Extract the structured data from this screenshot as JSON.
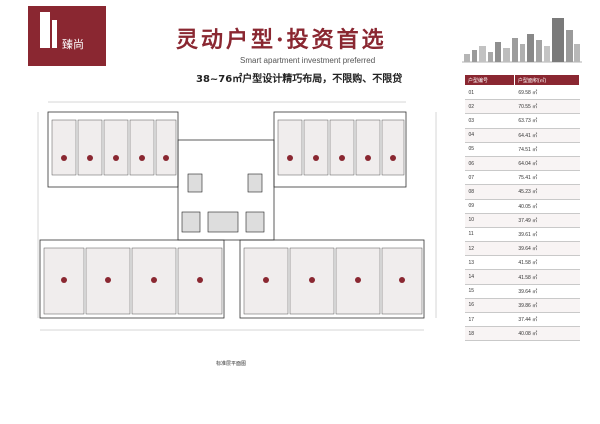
{
  "brand": {
    "logo_text": "臻尚"
  },
  "header": {
    "title": "灵动户型·投资首选",
    "subtitle_en": "Smart apartment investment preferred",
    "subtitle_cn": "38~76㎡户型设计精巧布局，不限购、不限贷"
  },
  "plan": {
    "caption": "标准层平面图"
  },
  "table": {
    "col_unit": "户型编号",
    "col_area": "户型面积(㎡)",
    "rows": [
      {
        "no": "01",
        "area": "69.58 ㎡"
      },
      {
        "no": "02",
        "area": "70.55 ㎡"
      },
      {
        "no": "03",
        "area": "63.73 ㎡"
      },
      {
        "no": "04",
        "area": "64.41 ㎡"
      },
      {
        "no": "05",
        "area": "74.51 ㎡"
      },
      {
        "no": "06",
        "area": "64.04 ㎡"
      },
      {
        "no": "07",
        "area": "75.41 ㎡"
      },
      {
        "no": "08",
        "area": "45.23 ㎡"
      },
      {
        "no": "09",
        "area": "40.05 ㎡"
      },
      {
        "no": "10",
        "area": "37.49 ㎡"
      },
      {
        "no": "11",
        "area": "39.61 ㎡"
      },
      {
        "no": "12",
        "area": "39.64 ㎡"
      },
      {
        "no": "13",
        "area": "41.58 ㎡"
      },
      {
        "no": "14",
        "area": "41.58 ㎡"
      },
      {
        "no": "15",
        "area": "39.64 ㎡"
      },
      {
        "no": "16",
        "area": "39.86 ㎡"
      },
      {
        "no": "17",
        "area": "37.44 ㎡"
      },
      {
        "no": "18",
        "area": "40.08 ㎡"
      }
    ]
  },
  "colors": {
    "brand": "#8a2731",
    "wall": "#333333",
    "room": "#f0eded"
  }
}
